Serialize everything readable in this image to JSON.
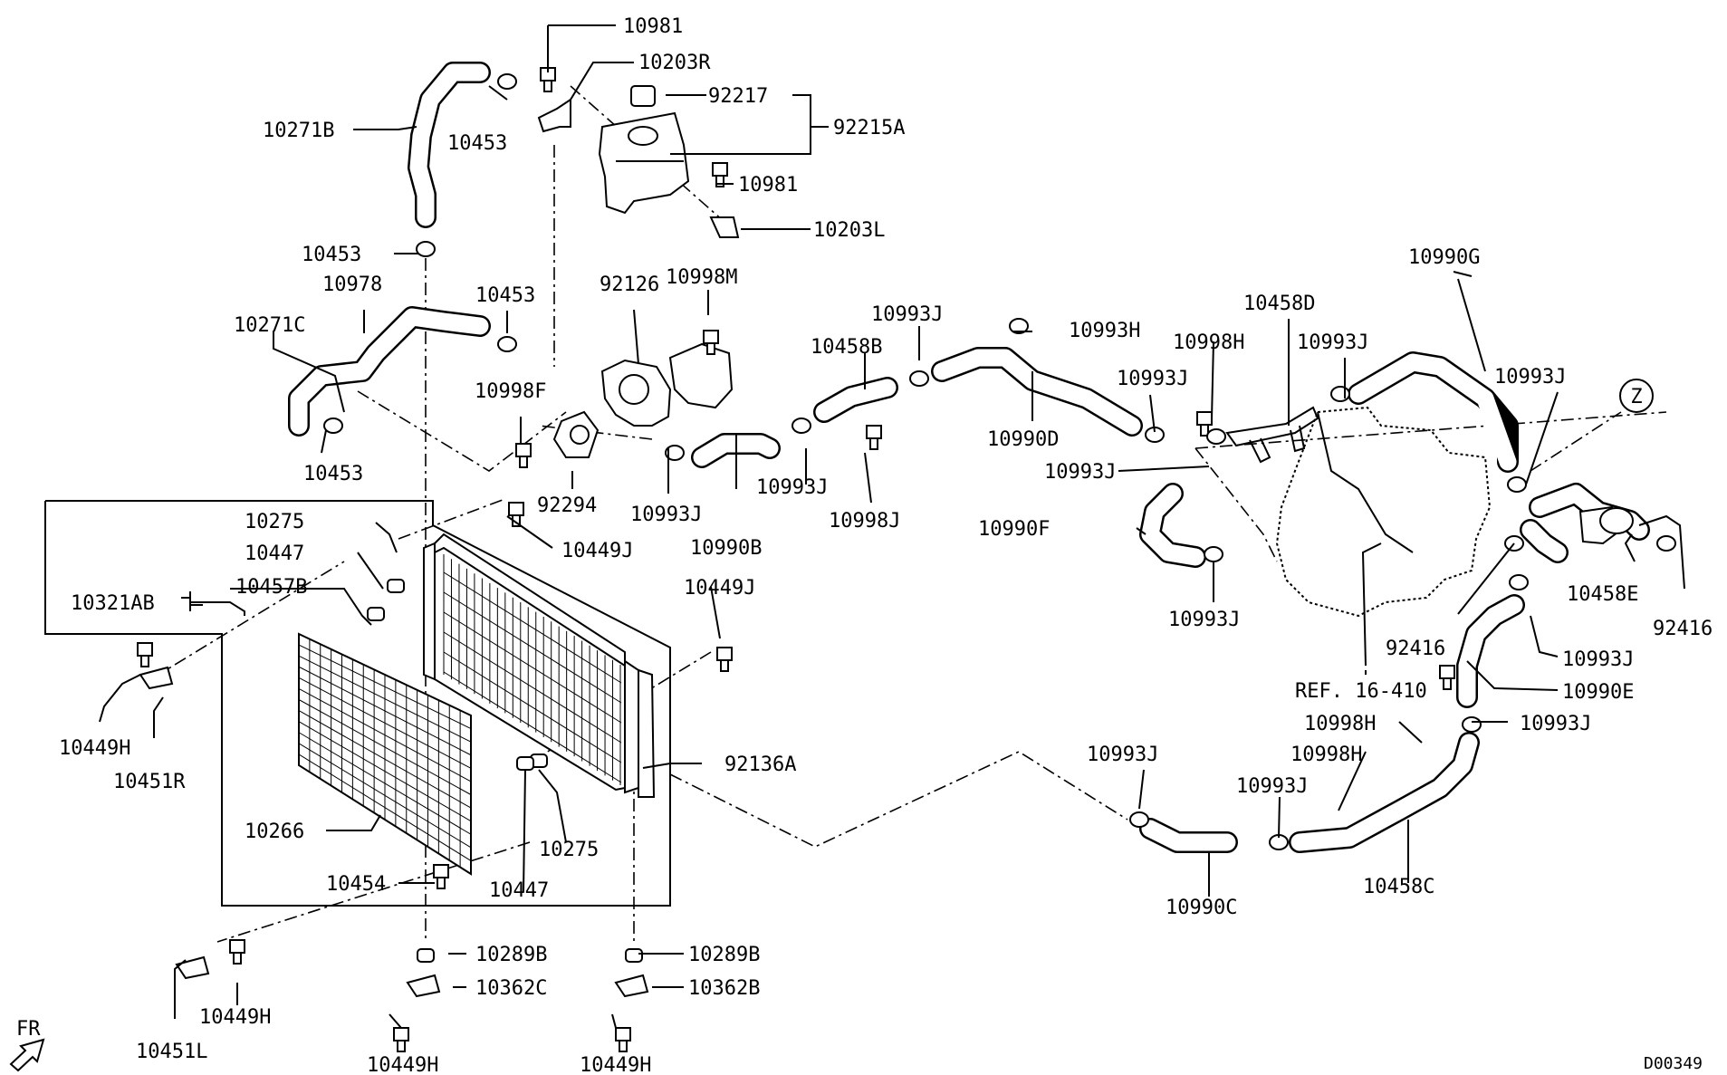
{
  "diagram": {
    "drawing_code": "D00349",
    "direction_label": "FR",
    "reference_label": "REF. 16-410",
    "detail_marker": "Z",
    "callouts": {
      "c10981a": "10981",
      "c10203R": "10203R",
      "c92217": "92217",
      "c92215A": "92215A",
      "c10271B": "10271B",
      "c10453a": "10453",
      "c10981b": "10981",
      "c10203L": "10203L",
      "c10453b": "10453",
      "c10978": "10978",
      "c10453c": "10453",
      "c10998M": "10998M",
      "c92126": "92126",
      "c10271C": "10271C",
      "c10998F": "10998F",
      "c10453d": "10453",
      "c92294": "92294",
      "c10993Ja": "10993J",
      "c10990B": "10990B",
      "c10458B": "10458B",
      "c10993Jb": "10993J",
      "c10998J": "10998J",
      "c10993Jc": "10993J",
      "c10993H": "10993H",
      "c10990D": "10990D",
      "c10998H": "10998H",
      "c10458D": "10458D",
      "c10993Jd": "10993J",
      "c10993Je": "10993J",
      "c10993Jf": "10993J",
      "c10990G": "10990G",
      "c10993Jg": "10993J",
      "c10990F": "10990F",
      "c10993Jh": "10993J",
      "c10458E": "10458E",
      "c92416a": "92416",
      "c92416b": "92416",
      "c10993Ji": "10993J",
      "c10990E": "10990E",
      "c10993Jj": "10993J",
      "c10998Ha": "10998H",
      "c10998Hb": "10998H",
      "c10993Jk": "10993J",
      "c10993Jl": "10993J",
      "c10990C": "10990C",
      "c10458C": "10458C",
      "c10275a": "10275",
      "c10447a": "10447",
      "c10321AB": "10321AB",
      "c10457B": "10457B",
      "c10449Ja": "10449J",
      "c10449Jb": "10449J",
      "c10449Ha": "10449H",
      "c10451R": "10451R",
      "c92136A": "92136A",
      "c10266": "10266",
      "c10275b": "10275",
      "c10454": "10454",
      "c10447b": "10447",
      "c10289Ba": "10289B",
      "c10362C": "10362C",
      "c10289Bb": "10289B",
      "c10362B": "10362B",
      "c10451L": "10451L",
      "c10449Hb": "10449H",
      "c10449Hc": "10449H",
      "c10449Hd": "10449H"
    }
  }
}
